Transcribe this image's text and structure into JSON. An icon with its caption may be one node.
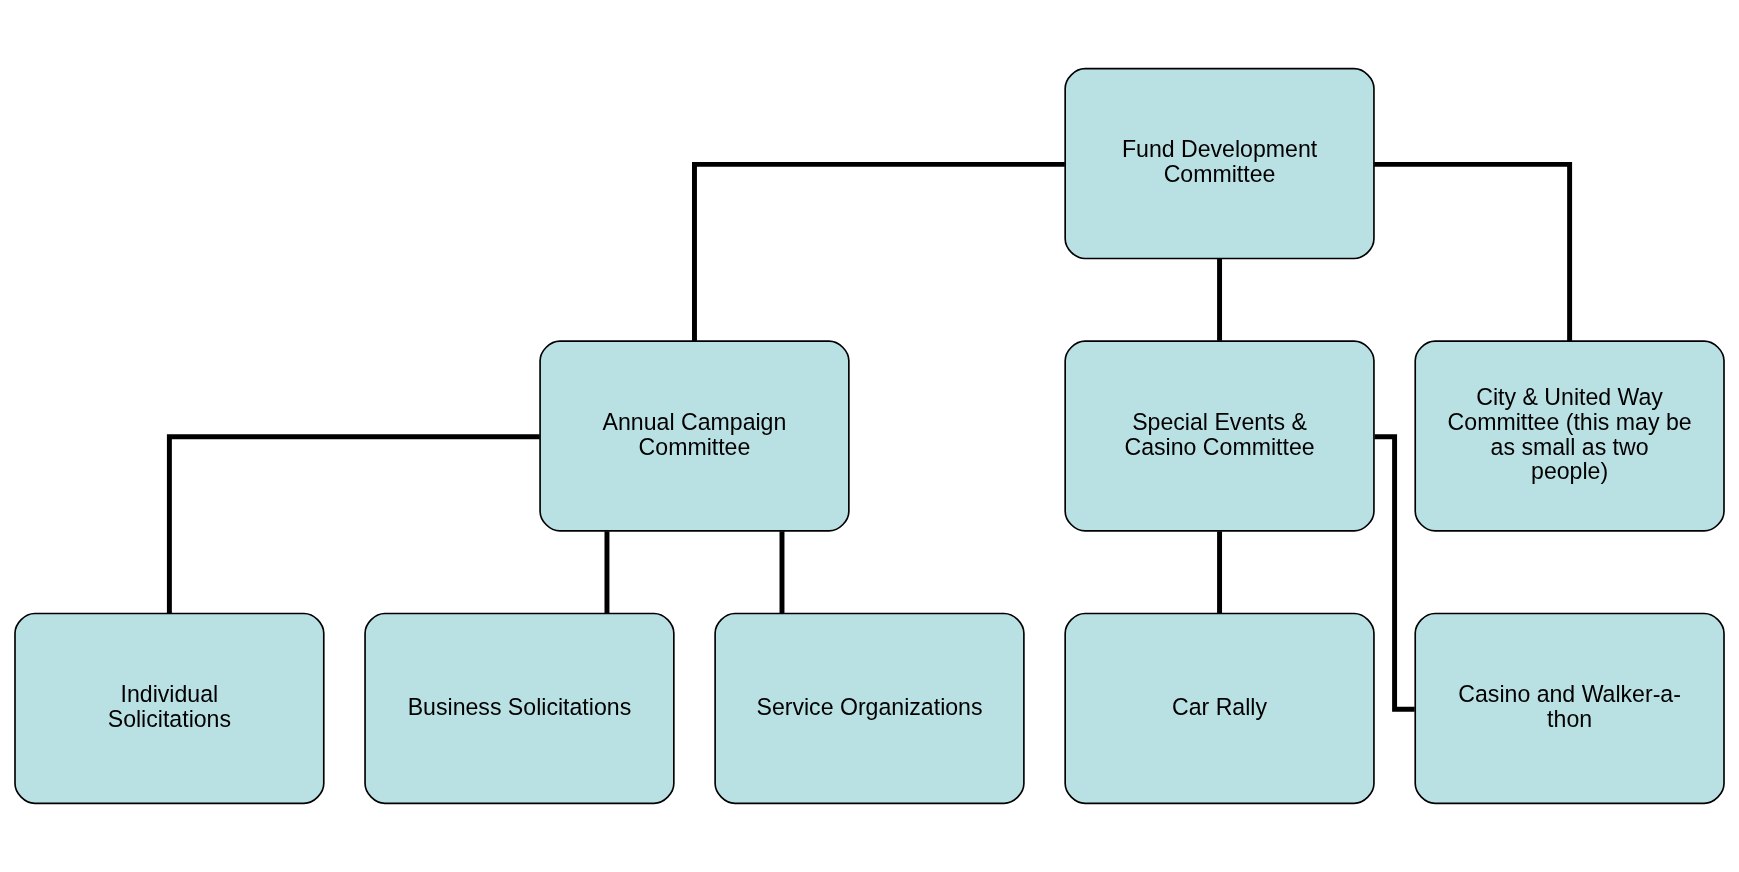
{
  "diagram": {
    "nodes": [
      {
        "text": [
          "Fund Development Committee"
        ]
      },
      {
        "text": [
          "Annual Campaign Committee"
        ]
      },
      {
        "text": [
          "Special Events & Casino Committee"
        ]
      },
      {
        "text": [
          "City & United Way Committee (this may be as small as two people)"
        ]
      },
      {
        "text": [
          "Individual Solicitations"
        ]
      },
      {
        "text": [
          "Business Solicitations"
        ]
      },
      {
        "text": [
          "Service Organizations"
        ]
      },
      {
        "text": [
          "Car Rally"
        ]
      },
      {
        "text": [
          "Casino and Walker-a-thon"
        ]
      }
    ],
    "edges": [
      {
        "from": 0,
        "to": 1,
        "arrow": "none"
      },
      {
        "from": 0,
        "to": 2,
        "arrow": "none"
      },
      {
        "from": 0,
        "to": 3,
        "arrow": "none"
      },
      {
        "from": 1,
        "to": 4,
        "arrow": "none"
      },
      {
        "from": 1,
        "to": 5,
        "arrow": "none"
      },
      {
        "from": 1,
        "to": 6,
        "arrow": "none"
      },
      {
        "from": 2,
        "to": 7,
        "arrow": "none"
      },
      {
        "from": 2,
        "to": 8,
        "arrow": "none"
      }
    ]
  }
}
